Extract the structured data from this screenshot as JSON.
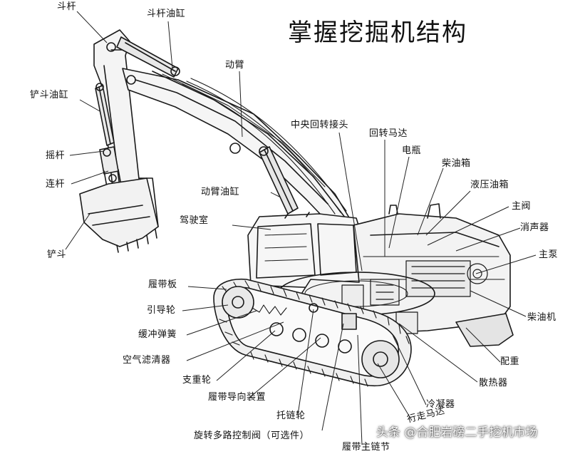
{
  "title": "掌握挖掘机结构",
  "watermark": {
    "prefix": "头条",
    "handle": "@合肥岩磅二手挖机市场"
  },
  "labels": {
    "dougan": "斗杆",
    "dougan_youyang": "斗杆油缸",
    "chanshou_youyang": "铲斗油缸",
    "yaogan": "摇杆",
    "liangan": "连杆",
    "chandou": "铲斗",
    "dongbi": "动臂",
    "dongbi_youyang": "动臂油缸",
    "jiashishi": "驾驶室",
    "zhongyang": "中央回转接头",
    "huizhuan_mada": "回转马达",
    "dianping": "电瓶",
    "chaiyouxiang": "柴油箱",
    "yeya_youxiang": "液压油箱",
    "zhufa": "主阀",
    "xiaoshengqi": "消声器",
    "zhubeng": "主泵",
    "chaiyouji": "柴油机",
    "peizhong": "配重",
    "sanreqi": "散热器",
    "lengningqi": "冷凝器",
    "xingzou_mada": "行走马达",
    "ludaiban": "履带板",
    "yindaolun": "引导轮",
    "huanchong": "缓冲弹簧",
    "kongqi": "空气滤清器",
    "zhichonglun": "支重轮",
    "ludai_daoxiang": "履带导向装置",
    "tuolian": "托链轮",
    "xuanzhuan_fa": "旋转多路控制阀（可选件）",
    "ludai_zhulian": "履带主链节"
  }
}
